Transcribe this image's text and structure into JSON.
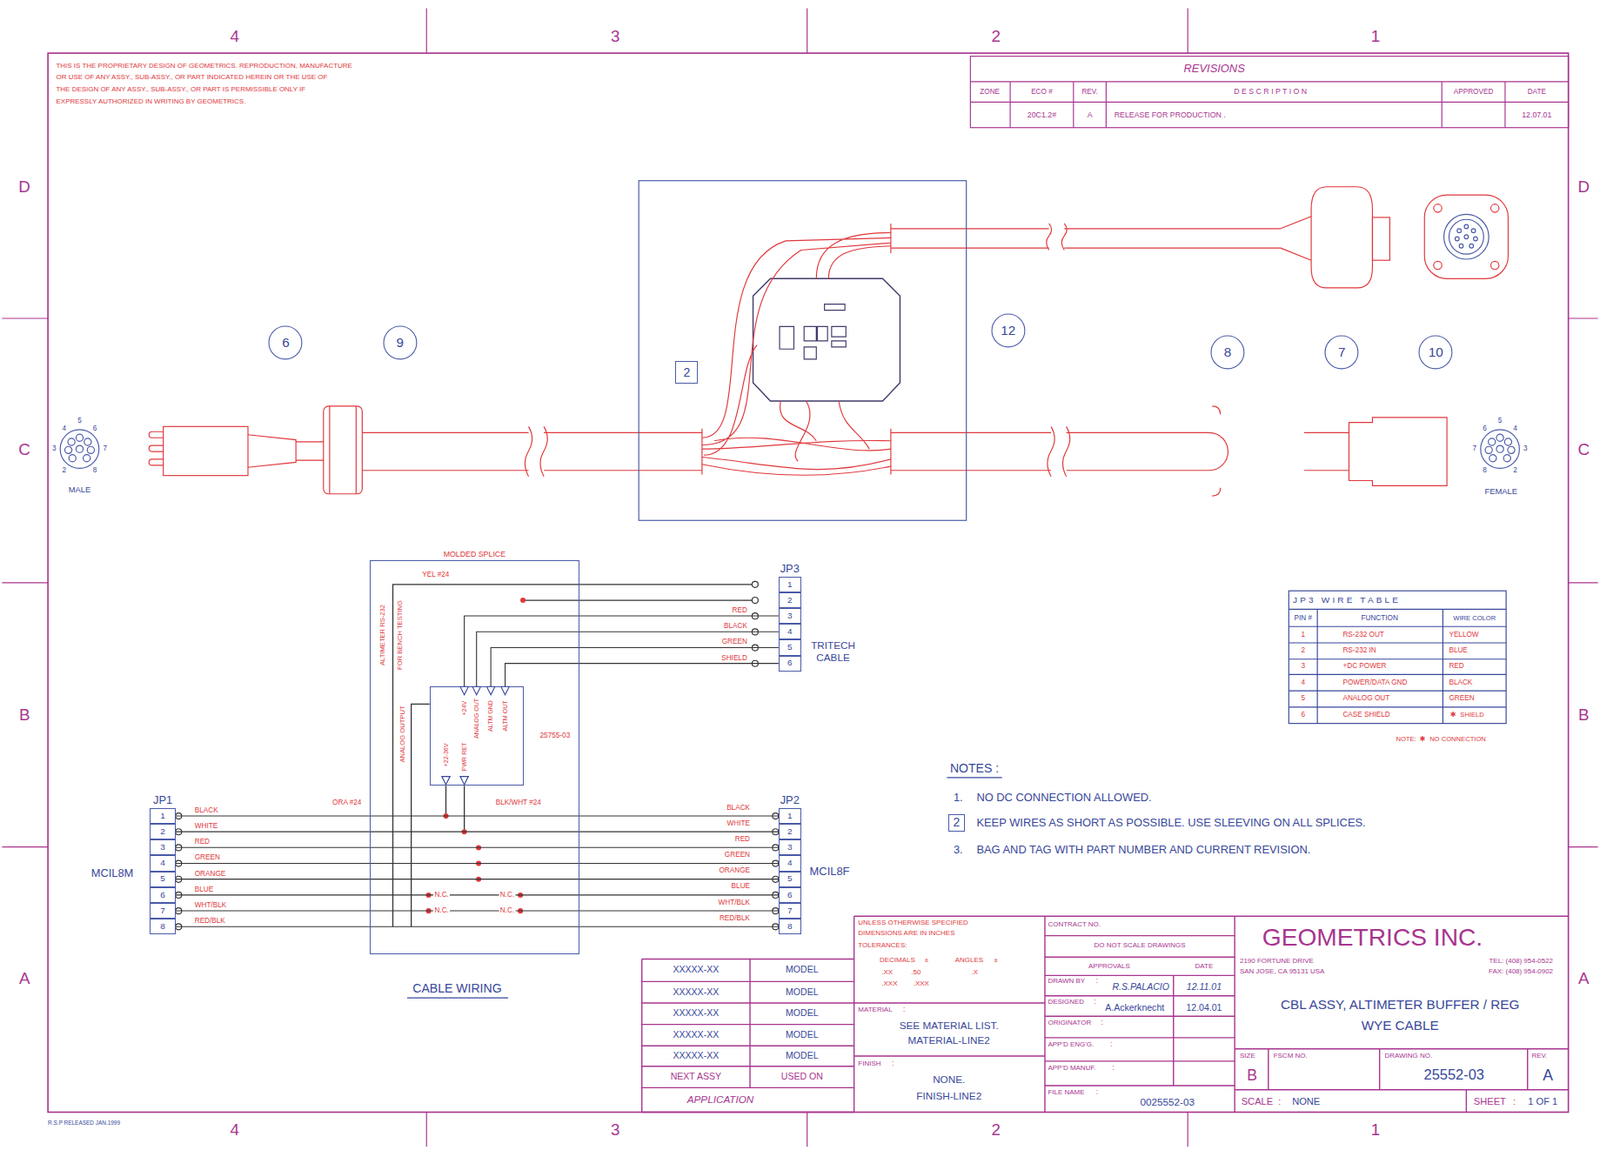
{
  "diagram": {
    "nodes": [
      {
        "text": [
          "6"
        ]
      },
      {
        "text": [
          "9"
        ]
      },
      {
        "text": [
          "2"
        ]
      },
      {
        "text": [
          "12"
        ]
      },
      {
        "text": [
          "8"
        ]
      },
      {
        "text": [
          "7"
        ]
      },
      {
        "text": [
          "10"
        ]
      },
      {
        "text": [
          "MOLDED SPLICE"
        ]
      },
      {
        "text": [
          "25755-03"
        ],
        "in": 7
      },
      {
        "text": [
          "JP3"
        ]
      },
      {
        "text": [
          "1"
        ],
        "in": 9
      },
      {
        "text": [
          "2"
        ],
        "in": 9
      },
      {
        "text": [
          "3"
        ],
        "in": 9
      },
      {
        "text": [
          "4"
        ],
        "in": 9
      },
      {
        "text": [
          "5"
        ],
        "in": 9
      },
      {
        "text": [
          "6"
        ],
        "in": 9
      },
      {
        "text": [
          "JP1"
        ]
      },
      {
        "text": [
          "1"
        ],
        "in": 16
      },
      {
        "text": [
          "2"
        ],
        "in": 16
      },
      {
        "text": [
          "3"
        ],
        "in": 16
      },
      {
        "text": [
          "4"
        ],
        "in": 16
      },
      {
        "text": [
          "5"
        ],
        "in": 16
      },
      {
        "text": [
          "6"
        ],
        "in": 16
      },
      {
        "text": [
          "7"
        ],
        "in": 16
      },
      {
        "text": [
          "8"
        ],
        "in": 16
      },
      {
        "text": [
          "JP2"
        ]
      },
      {
        "text": [
          "1"
        ],
        "in": 25
      },
      {
        "text": [
          "2"
        ],
        "in": 25
      },
      {
        "text": [
          "3"
        ],
        "in": 25
      },
      {
        "text": [
          "4"
        ],
        "in": 25
      },
      {
        "text": [
          "5"
        ],
        "in": 25
      },
      {
        "text": [
          "6"
        ],
        "in": 25
      },
      {
        "text": [
          "7"
        ],
        "in": 25
      },
      {
        "text": [
          "8"
        ],
        "in": 25
      },
      {
        "text": [
          "2"
        ]
      }
    ],
    "edges": [
      {
        "from": 17,
        "to": 26,
        "arrow": "none",
        "label": "BLACK"
      },
      {
        "from": 18,
        "to": 27,
        "arrow": "none",
        "label": "WHITE"
      },
      {
        "from": 19,
        "to": 28,
        "arrow": "none",
        "label": "RED"
      },
      {
        "from": 20,
        "to": 29,
        "arrow": "none",
        "label": "GREEN"
      },
      {
        "from": 21,
        "to": 30,
        "arrow": "none",
        "label": "ORANGE"
      },
      {
        "from": 22,
        "to": 31,
        "arrow": "none",
        "label": "BLUE"
      },
      {
        "from": 23,
        "to": 32,
        "arrow": "none",
        "label": "WHT/BLK"
      },
      {
        "from": 24,
        "to": 33,
        "arrow": "none",
        "label": "RED/BLK"
      },
      {
        "from": 12,
        "to": 8,
        "arrow": "none",
        "label": "RED"
      },
      {
        "from": 13,
        "to": 8,
        "arrow": "none",
        "label": "BLACK"
      },
      {
        "from": 14,
        "to": 8,
        "arrow": "none",
        "label": "GREEN"
      },
      {
        "from": 15,
        "to": 8,
        "arrow": "none",
        "label": "SHIELD"
      }
    ],
    "labels": [
      "4",
      "3",
      "2",
      "1",
      "4",
      "3",
      "2",
      "1",
      "D",
      "C",
      "B",
      "A",
      "D",
      "C",
      "B",
      "A",
      "THIS IS THE PROPRIETARY DESIGN OF GEOMETRICS. REPRODUCTION, MANUFACTURE",
      "OR USE OF ANY ASSY., SUB-ASSY., OR PART INDICATED HEREIN OR THE USE OF",
      "THE DESIGN OF ANY ASSY., SUB-ASSY., OR PART IS PERMISSIBLE ONLY IF",
      "EXPRESSLY AUTHORIZED IN WRITING BY GEOMETRICS.",
      "REVISIONS",
      "ZONE",
      "ECO #",
      "REV.",
      "D E S C R I P T I O N",
      "APPROVED",
      "DATE",
      "20C1.2#",
      "A",
      "RELEASE FOR PRODUCTION .",
      "12.07.01",
      "5",
      "4",
      "6",
      "3",
      "7",
      "2",
      "8",
      "MALE",
      "5",
      "6",
      "4",
      "7",
      "3",
      "8",
      "2",
      "FEMALE",
      "YEL #24",
      "ALTIMETER RS-232",
      "FOR BENCH TESTING",
      "ANALOG OUTPUT",
      "+24V",
      "ANALOG OUT",
      "ALTM GND",
      "ALTM OUT",
      "+22-36V",
      "PWR RET",
      "ORA #24",
      "BLK/WHT #24",
      "BLACK",
      "WHITE",
      "RED",
      "GREEN",
      "ORANGE",
      "BLUE",
      "WHT/BLK",
      "RED/BLK",
      "N.C.",
      "N.C.",
      "N.C.",
      "N.C.",
      "TRITECH CABLE",
      "MCIL8M",
      "MCIL8F",
      "CABLE WIRING",
      "NOTES :",
      "1.",
      "NO DC CONNECTION ALLOWED.",
      "KEEP WIRES AS SHORT AS POSSIBLE. USE SLEEVING ON ALL SPLICES.",
      "3.",
      "BAG AND TAG WITH PART NUMBER AND CURRENT REVISION.",
      "JP3 WIRE TABLE",
      "PIN #",
      "FUNCTION",
      "WIRE COLOR",
      "1",
      "RS-232 OUT",
      "YELLOW",
      "2",
      "RS-232 IN",
      "BLUE",
      "3",
      "+DC POWER",
      "RED",
      "4",
      "POWER/DATA GND",
      "BLACK",
      "5",
      "ANALOG OUT",
      "GREEN",
      "6",
      "CASE SHIELD",
      "✱",
      "SHIELD",
      "NOTE:",
      "✱",
      "NO CONNECTION",
      "XXXXX-XX",
      "MODEL",
      "XXXXX-XX",
      "MODEL",
      "XXXXX-XX",
      "MODEL",
      "XXXXX-XX",
      "MODEL",
      "XXXXX-XX",
      "MODEL",
      "NEXT ASSY",
      "USED ON",
      "APPLICATION",
      "UNLESS OTHERWISE SPECIFIED",
      "DIMENSIONS ARE IN INCHES",
      "TOLERANCES:",
      "DECIMALS",
      "±",
      "ANGLES",
      "±",
      ".XX",
      ".50",
      ".X",
      ".XXX",
      ".XXX",
      "MATERIAL",
      ":",
      "SEE MATERIAL LIST.",
      "MATERIAL-LINE2",
      "FINISH",
      ":",
      "NONE.",
      "FINISH-LINE2",
      "CONTRACT NO.",
      "DO NOT SCALE DRAWINGS",
      "APPROVALS",
      "DATE",
      "DRAWN BY",
      ":",
      "R.S.PALACIO",
      "12.11.01",
      "DESIGNED",
      ":",
      "A.Ackerknecht",
      "12.04.01",
      "ORIGINATOR",
      ":",
      "APP'D ENG'G.",
      ":",
      "APP'D MANUF.",
      ":",
      "FILE NAME",
      ":",
      "0025552-03",
      "GEOMETRICS INC.",
      "2190 FORTUNE DRIVE",
      "SAN JOSE, CA 95131 USA",
      "TEL: (408) 954-0522",
      "FAX: (408) 954-0902",
      "CBL ASSY, ALTIMETER BUFFER / REG",
      "WYE CABLE",
      "SIZE",
      "B",
      "FSCM NO.",
      "DRAWING NO.",
      "25552-03",
      "REV.",
      "A",
      "SCALE",
      ":",
      "NONE",
      "SHEET",
      ":",
      "1 OF 1",
      "R.S.P RELEASED JAN.1999"
    ]
  }
}
